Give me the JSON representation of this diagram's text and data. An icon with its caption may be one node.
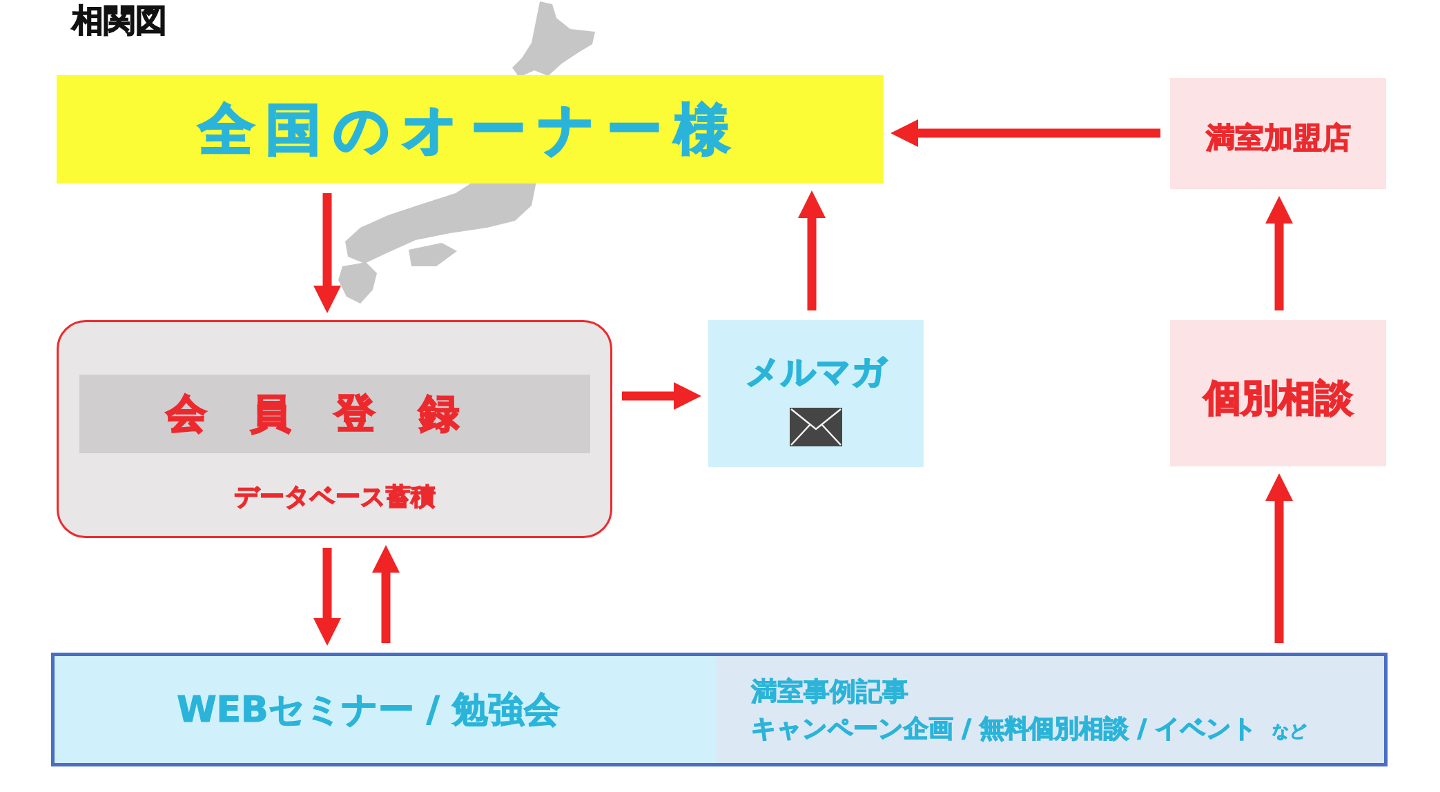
{
  "diagram": {
    "title": "相関図",
    "nodes": [
      {
        "text": [
          "全国のオーナー様"
        ]
      },
      {
        "text": [
          "満室加盟店"
        ]
      },
      {
        "text": [
          "データベース蓄積"
        ]
      },
      {
        "text": [
          "会員登録"
        ],
        "in": 2
      },
      {
        "text": [
          "メルマガ"
        ]
      },
      {
        "text": [
          "個別相談"
        ]
      },
      {
        "text": [],
        "shape": "box"
      },
      {
        "text": [
          "WEBセミナー / 勉強会"
        ],
        "in": 6
      },
      {
        "text": [
          "満室事例記事",
          "キャンペーン企画 / 無料個別相談 / イベント",
          "など"
        ],
        "in": 6
      }
    ],
    "edges": [
      {
        "from": 1,
        "to": 0,
        "arrow": "to"
      },
      {
        "from": 0,
        "to": 2,
        "arrow": "to"
      },
      {
        "from": 2,
        "to": 4,
        "arrow": "to"
      },
      {
        "from": 4,
        "to": 0,
        "arrow": "to"
      },
      {
        "from": 5,
        "to": 1,
        "arrow": "to"
      },
      {
        "from": 2,
        "to": 6,
        "arrow": "to"
      },
      {
        "from": 6,
        "to": 2,
        "arrow": "to"
      },
      {
        "from": 6,
        "to": 5,
        "arrow": "to"
      }
    ]
  }
}
